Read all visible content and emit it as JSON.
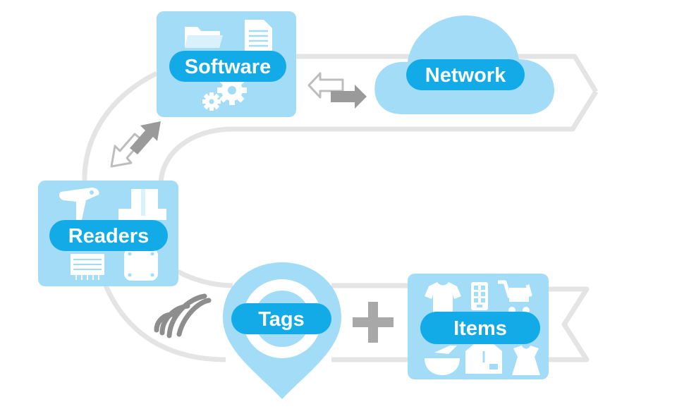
{
  "diagram": {
    "labels": {
      "software": "Software",
      "network": "Network",
      "readers": "Readers",
      "tags": "Tags",
      "items": "Items"
    },
    "colors": {
      "box_fill": "#a3dcf6",
      "pill_fill": "#12abe8",
      "pill_text": "#ffffff",
      "track": "#e4e4e4",
      "arrow_gray": "#9a9a9a",
      "icon_white": "#ffffff",
      "icon_shadow": "#bfe6f8",
      "plus": "#a8a8a8"
    },
    "icons": {
      "software": [
        "folder-icon",
        "document-icon",
        "gears-icon"
      ],
      "readers": [
        "handheld-scanner-icon",
        "desk-reader-icon",
        "fixed-reader-icon",
        "antenna-reader-icon"
      ],
      "items": [
        "tshirt-icon",
        "phone-icon",
        "shopping-cart-icon",
        "hanger-icon",
        "bowl-icon",
        "box-icon",
        "dress-icon"
      ],
      "connectors": [
        "bidirectional-arrow-icon",
        "bidirectional-arrow-icon",
        "radio-waves-icon",
        "plus-icon"
      ]
    }
  }
}
